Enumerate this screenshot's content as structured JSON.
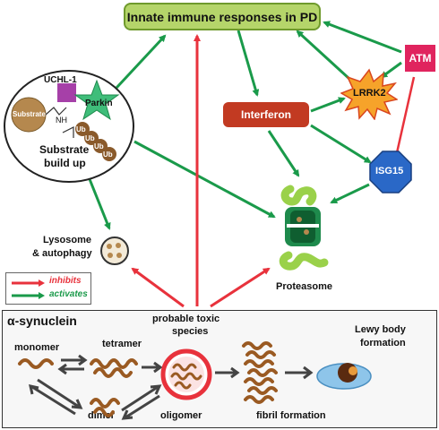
{
  "title": "Innate immune responses in PD",
  "interferon": "Interferon",
  "atm": "ATM",
  "lrrk2": "LRRK2",
  "isg15": "ISG15",
  "ellipse": {
    "uchl1": "UCHL-1",
    "parkin": "Parkin",
    "substrate": "Substrate",
    "nh": "NH",
    "ub": "Ub",
    "substrate_buildup_line1": "Substrate",
    "substrate_buildup_line2": "build up"
  },
  "lysosome_line1": "Lysosome",
  "lysosome_line2": "& autophagy",
  "proteasome": "Proteasome",
  "legend": {
    "inhibits": "inhibits",
    "activates": "activates",
    "inhibit_color": "#e8323c",
    "activate_color": "#1a9a4a"
  },
  "synuclein": {
    "title": "α-synuclein",
    "monomer": "monomer",
    "tetramer": "tetramer",
    "dimer": "dimer",
    "toxic_line1": "probable toxic",
    "toxic_line2": "species",
    "oligomer": "oligomer",
    "fibril": "fibril formation",
    "lewy_line1": "Lewy body",
    "lewy_line2": "formation"
  }
}
